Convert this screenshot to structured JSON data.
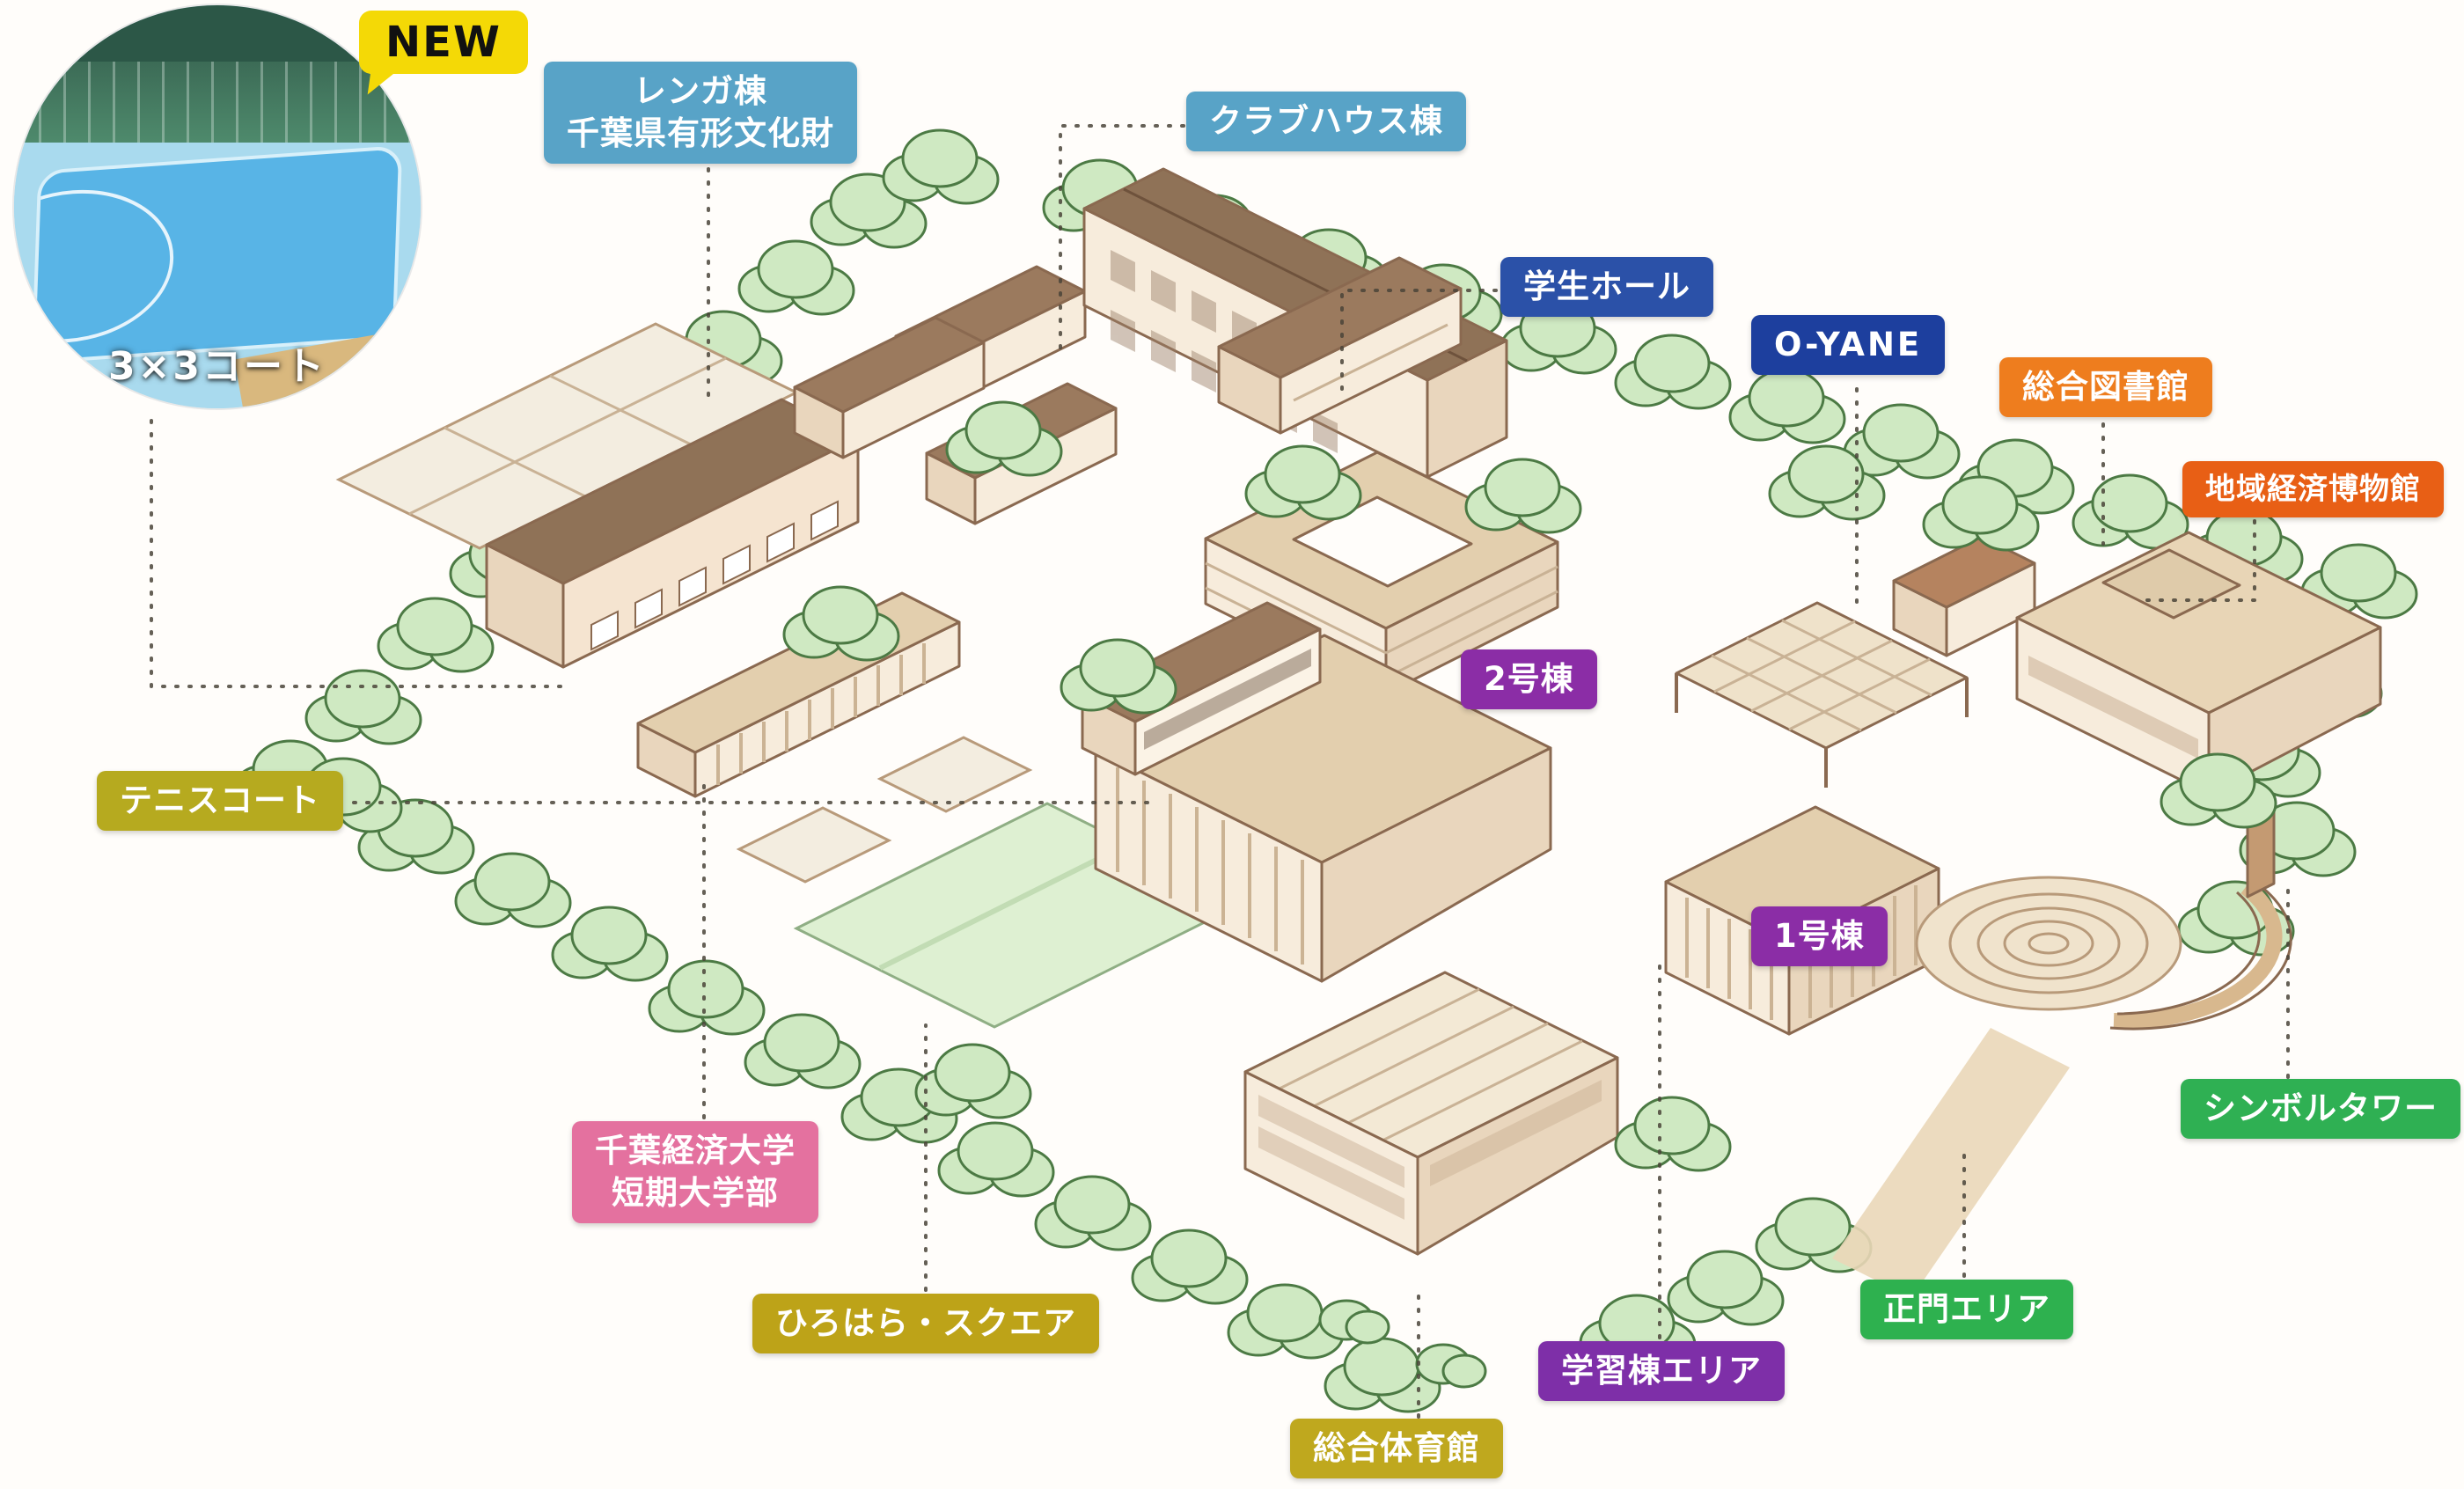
{
  "inset": {
    "badge": "NEW",
    "badge_color": "#f4d906",
    "caption": "3×3コート"
  },
  "labels": {
    "renga": {
      "line1": "レンガ棟",
      "line2": "千葉県有形文化財",
      "color": "#58a3c7"
    },
    "clubhouse": {
      "text": "クラブハウス棟",
      "color": "#58a3c7"
    },
    "student_hall": {
      "text": "学生ホール",
      "color": "#2b51a8"
    },
    "oyane": {
      "text": "O-YANE",
      "color": "#1d3f9e"
    },
    "library": {
      "text": "総合図書館",
      "color": "#ee7d1e"
    },
    "museum": {
      "text": "地域経済博物館",
      "color": "#e85f15"
    },
    "bldg2": {
      "text": "2号棟",
      "color": "#8b2da6"
    },
    "bldg1": {
      "text": "1号棟",
      "color": "#8b2da6"
    },
    "gakushu_area": {
      "text": "学習棟エリア",
      "color": "#7e2fa8"
    },
    "tennis": {
      "text": "テニスコート",
      "color": "#b6aa1f"
    },
    "hirohara": {
      "text": "ひろはら・スクエア",
      "color": "#bda318"
    },
    "gym": {
      "text": "総合体育館",
      "color": "#bfa81e"
    },
    "junior_college": {
      "line1": "千葉経済大学",
      "line2": "短期大学部",
      "color": "#e4719f"
    },
    "symbol_tower": {
      "text": "シンボルタワー",
      "color": "#2fb053"
    },
    "main_gate": {
      "text": "正門エリア",
      "color": "#2eb14f"
    }
  }
}
